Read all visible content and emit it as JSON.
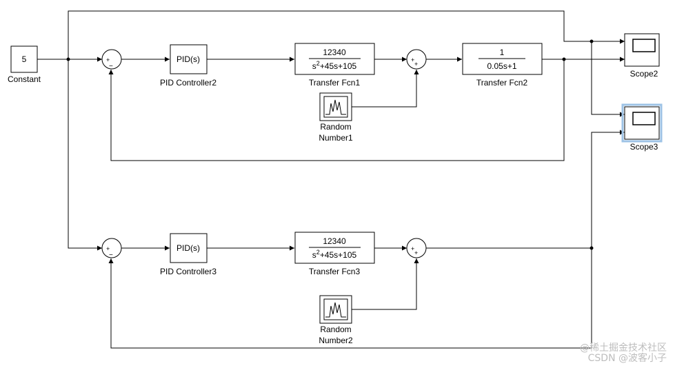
{
  "blocks": {
    "constant": {
      "value": "5",
      "label": "Constant"
    },
    "pid2": {
      "text": "PID(s)",
      "label": "PID Controller2"
    },
    "pid3": {
      "text": "PID(s)",
      "label": "PID Controller3"
    },
    "tf1": {
      "num": "12340",
      "den_pre": "s",
      "den_sup": "2",
      "den_post": "+45s+105",
      "label": "Transfer Fcn1"
    },
    "tf3": {
      "num": "12340",
      "den_pre": "s",
      "den_sup": "2",
      "den_post": "+45s+105",
      "label": "Transfer Fcn3"
    },
    "tf2": {
      "num": "1",
      "den": "0.05s+1",
      "label": "Transfer Fcn2"
    },
    "rand1": {
      "label_line1": "Random",
      "label_line2": "Number1"
    },
    "rand2": {
      "label_line1": "Random",
      "label_line2": "Number2"
    },
    "scope2": {
      "label": "Scope2"
    },
    "scope3": {
      "label": "Scope3"
    }
  },
  "sum_signs": {
    "plus": "+",
    "minus": "−"
  },
  "watermark": {
    "line1": "@稀土掘金技术社区",
    "line2": "CSDN @波客小子"
  },
  "colors": {
    "line": "#000000",
    "block_border": "#000000",
    "scope_highlight": "#9ec3e6",
    "watermark": "#bdbdbd"
  }
}
